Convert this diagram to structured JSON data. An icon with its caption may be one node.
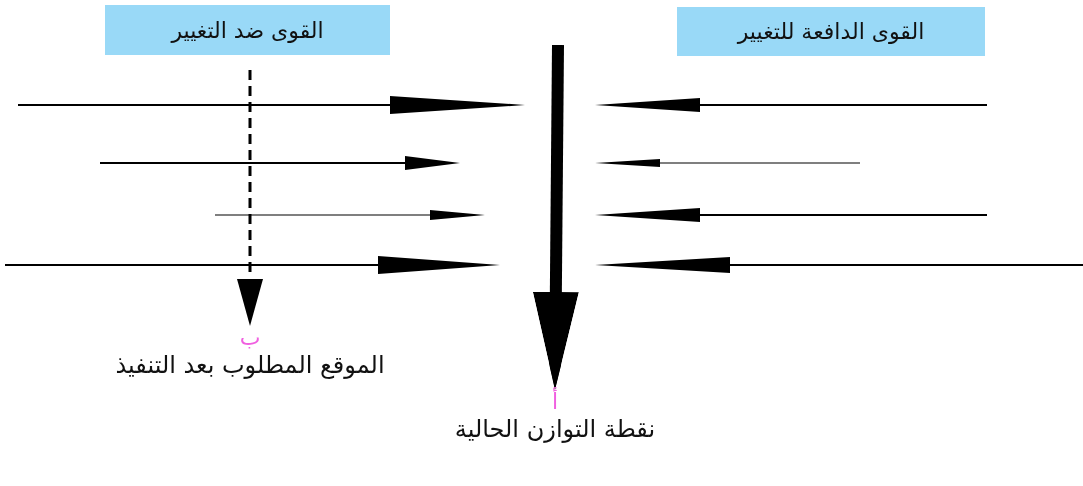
{
  "diagram": {
    "nodes": [
      {
        "text": [
          "القوى ضد التغيير"
        ]
      },
      {
        "text": [
          "القوى الدافعة للتغيير"
        ]
      },
      {
        "text": [
          "ب",
          "الموقع المطلوب بعد التنفيذ"
        ]
      },
      {
        "text": [
          "أ",
          "نقطة التوازن الحالية"
        ]
      }
    ],
    "edges": [
      {
        "from": null,
        "to": 3,
        "arrow": "to",
        "style": "thick"
      },
      {
        "from": null,
        "to": 2,
        "arrow": "to",
        "style": "dashed"
      }
    ]
  }
}
